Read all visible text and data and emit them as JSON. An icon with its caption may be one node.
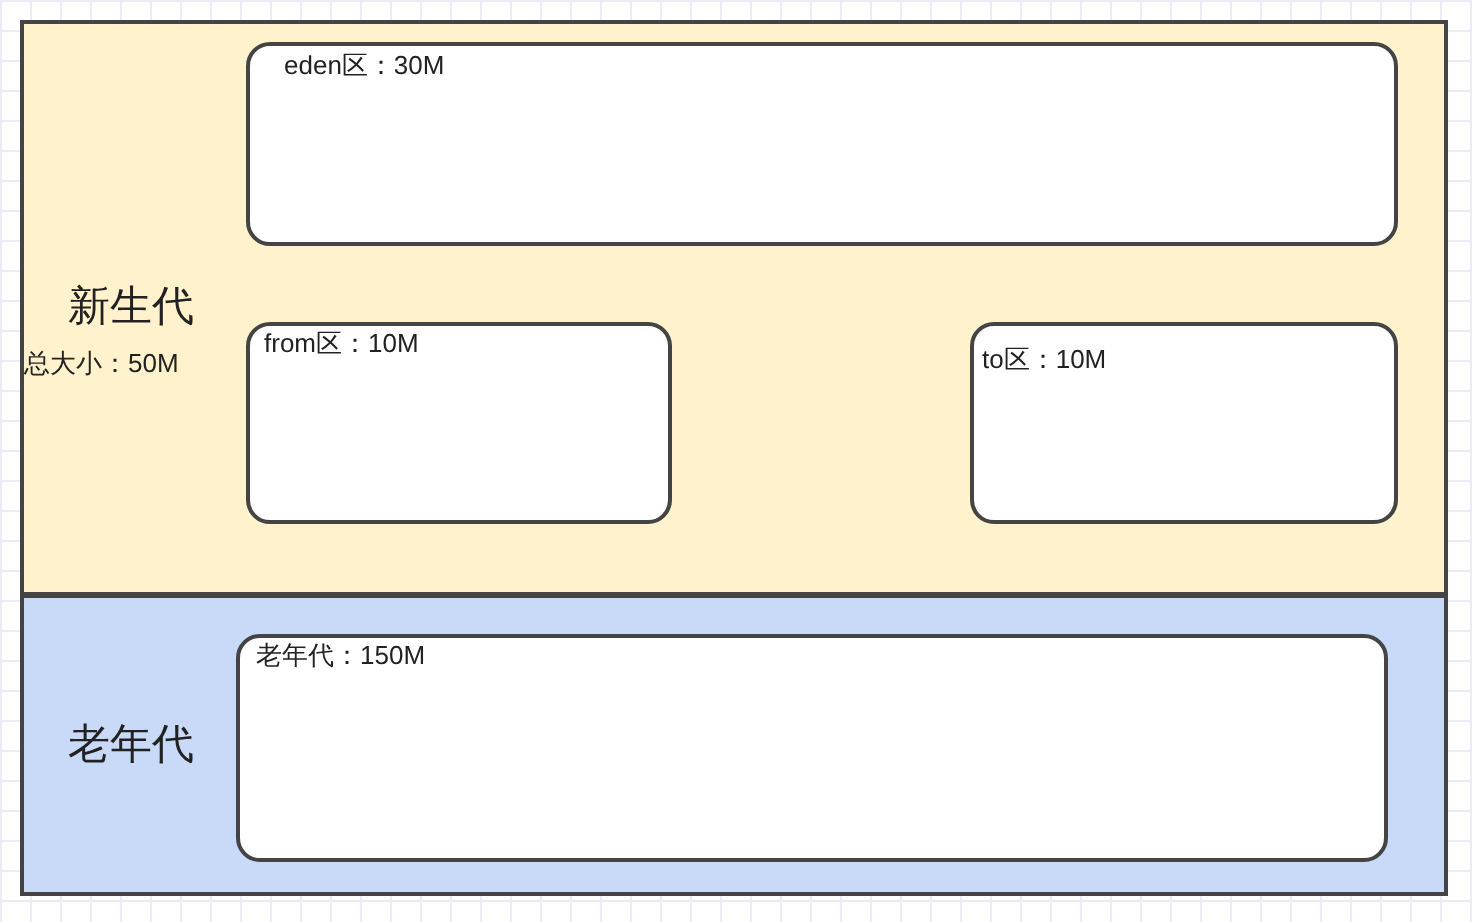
{
  "diagram": {
    "nodes": [
      {
        "text": [
          "新生代",
          "总大小：50M"
        ]
      },
      {
        "text": [
          "eden区：30M"
        ],
        "in": 0
      },
      {
        "text": [
          "from区：10M"
        ],
        "in": 0
      },
      {
        "text": [
          "to区：10M"
        ],
        "in": 0
      },
      {
        "text": [
          "老年代"
        ]
      },
      {
        "text": [
          "老年代：150M"
        ],
        "in": 4
      }
    ]
  }
}
